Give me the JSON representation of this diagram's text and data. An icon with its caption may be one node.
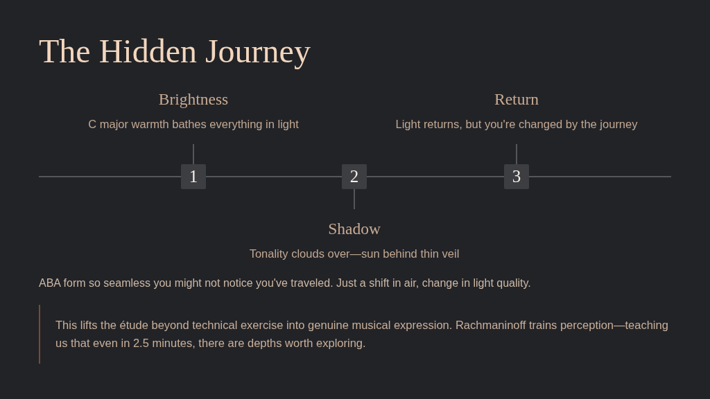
{
  "diagram": {
    "title": "The Hidden Journey",
    "nodes": [
      {
        "text": [
          "Brightness",
          "C major warmth bathes everything in light"
        ]
      },
      {
        "text": [
          "Return",
          "Light returns, but you're changed by the journey"
        ]
      },
      {
        "text": [
          "1"
        ]
      },
      {
        "text": [
          "2"
        ]
      },
      {
        "text": [
          "3"
        ]
      },
      {
        "text": [
          "Shadow",
          "Tonality clouds over—sun behind thin veil"
        ]
      }
    ],
    "edges": [
      {
        "from": null,
        "to": 2,
        "arrow": "none"
      },
      {
        "from": 2,
        "to": 3,
        "arrow": "none"
      },
      {
        "from": 3,
        "to": 4,
        "arrow": "none"
      },
      {
        "from": 4,
        "to": null,
        "arrow": "none"
      },
      {
        "from": 2,
        "to": 0,
        "arrow": "none"
      },
      {
        "from": 3,
        "to": 5,
        "arrow": "none"
      },
      {
        "from": 4,
        "to": 1,
        "arrow": "none"
      }
    ],
    "labels": [
      "ABA form so seamless you might not notice you've traveled. Just a shift in air, change in light quality.",
      "This lifts the étude beyond technical exercise into genuine musical expression. Rachmaninoff trains perception—teaching us that even in 2.5 minutes, there are depths worth exploring."
    ]
  }
}
